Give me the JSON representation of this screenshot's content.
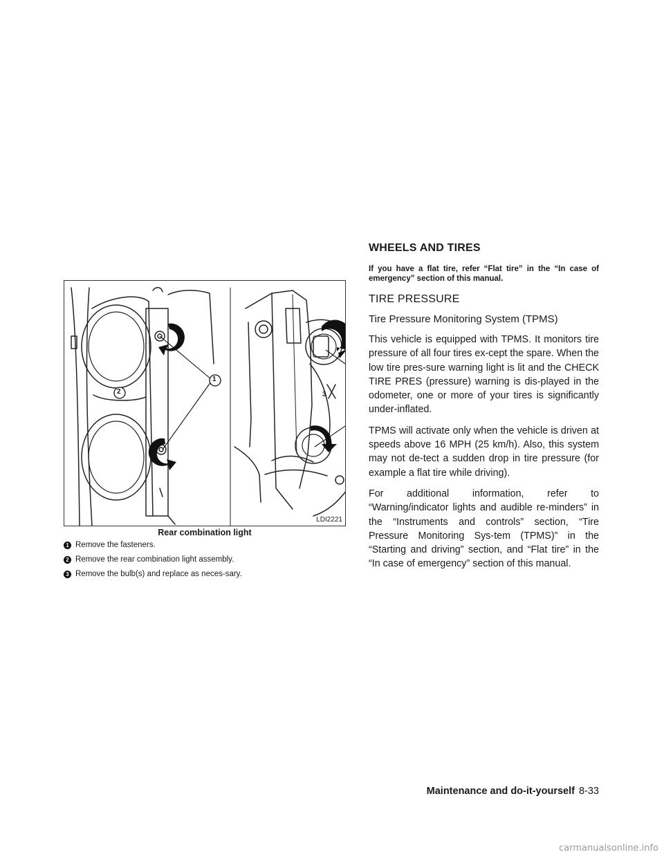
{
  "section_header": "WHEELS AND TIRES",
  "figure": {
    "code": "LDI2221",
    "caption": "Rear combination light",
    "callouts": [
      "1",
      "2",
      "3"
    ]
  },
  "steps": [
    {
      "num": "1",
      "text": "Remove the fasteners."
    },
    {
      "num": "2",
      "text": "Remove the rear combination light assembly."
    },
    {
      "num": "3",
      "text": "Remove the bulb(s) and replace as neces-sary."
    }
  ],
  "right": {
    "warning": "If you have a flat tire, refer “Flat tire” in the “In case of emergency” section of this manual.",
    "heading": "TIRE PRESSURE",
    "subheading": "Tire Pressure Monitoring System (TPMS)",
    "paragraphs": [
      "This vehicle is equipped with TPMS. It monitors tire pressure of all four tires ex-cept the spare. When the low tire pres-sure warning light is lit and the CHECK TIRE PRES (pressure) warning is dis-played in the odometer, one or more of your tires is significantly under-inflated.",
      "TPMS will activate only when the vehicle is driven at speeds above 16 MPH (25 km/h). Also, this system may not de-tect a sudden drop in tire pressure (for example a flat tire while driving).",
      "For additional information, refer to “Warning/indicator lights and audible re-minders” in the “Instruments and controls” section, “Tire Pressure Monitoring Sys-tem (TPMS)” in the “Starting and driving” section, and “Flat tire” in the “In case of emergency” section of this manual."
    ]
  },
  "footer": {
    "title": "Maintenance and do-it-yourself",
    "page": "8-33"
  },
  "watermark": "carmanualsonline.info"
}
